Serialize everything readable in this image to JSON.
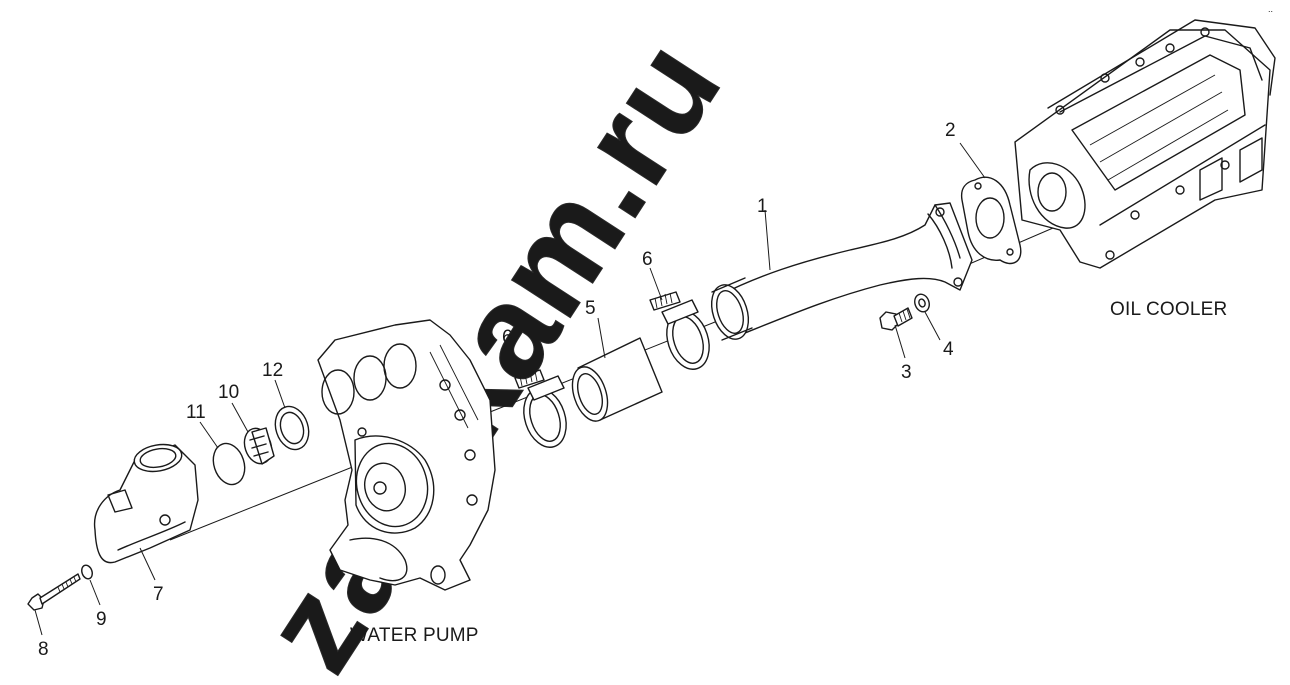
{
  "labels": {
    "oil_cooler": "OIL COOLER",
    "water_pump": "WATER PUMP"
  },
  "watermark": "zap-kam.ru",
  "corner_mark": "..",
  "parts": [
    {
      "number": "1"
    },
    {
      "number": "2"
    },
    {
      "number": "3"
    },
    {
      "number": "4"
    },
    {
      "number": "5"
    },
    {
      "number": "6"
    },
    {
      "number": "6"
    },
    {
      "number": "7"
    },
    {
      "number": "8"
    },
    {
      "number": "9"
    },
    {
      "number": "10"
    },
    {
      "number": "11"
    },
    {
      "number": "12"
    }
  ]
}
